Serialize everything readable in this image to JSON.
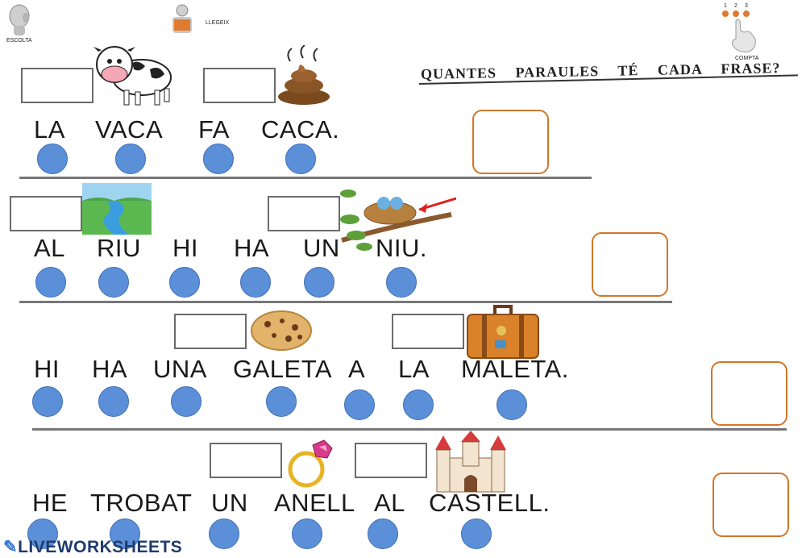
{
  "header": {
    "listen_label": "ESCOLTA",
    "read_label": "LLEGEIX",
    "count_label": "COMPTA",
    "count_digits": [
      "1",
      "2",
      "3"
    ],
    "title": "QUANTES PARAULES TÉ CADA FRASE?"
  },
  "sentences": [
    {
      "words": [
        "LA",
        "VACA",
        "FA",
        "CACA."
      ]
    },
    {
      "words": [
        "AL",
        "RIU",
        "HI",
        "HA",
        "UN",
        "NIU."
      ]
    },
    {
      "words": [
        "HI",
        "HA",
        "UNA",
        "GALETA",
        "A",
        "LA",
        "MALETA."
      ]
    },
    {
      "words": [
        "HE",
        "TROBAT",
        "UN",
        "ANELL",
        "AL",
        "CASTELL."
      ]
    }
  ],
  "footer": {
    "brand": "LIVEWORKSHEETS"
  },
  "colors": {
    "dot": "#5b8fd8",
    "answer_box": "#d2762a",
    "rule": "#777777"
  }
}
